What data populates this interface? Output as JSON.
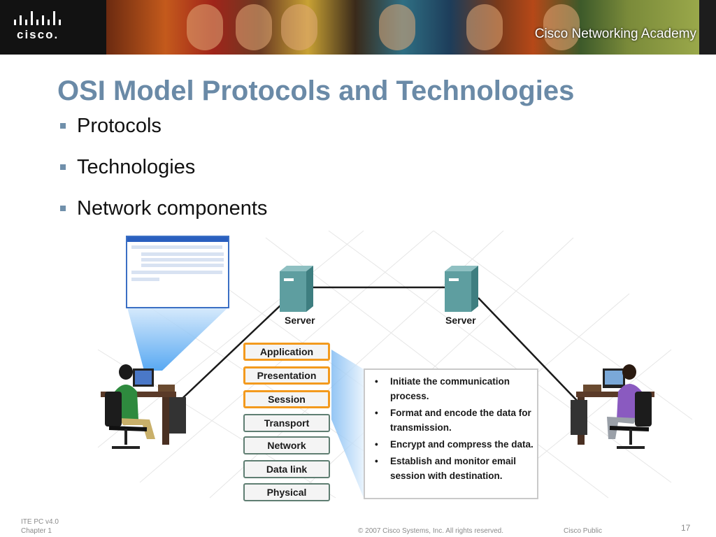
{
  "header": {
    "logo": "cisco.",
    "academy": "Cisco Networking Academy"
  },
  "slide": {
    "title": "OSI Model Protocols and Technologies",
    "bullets": [
      "Protocols",
      "Technologies",
      "Network components"
    ]
  },
  "diagram": {
    "server_left": "Server",
    "server_right": "Server",
    "osi_layers": [
      {
        "label": "Application",
        "highlighted": true
      },
      {
        "label": "Presentation",
        "highlighted": true
      },
      {
        "label": "Session",
        "highlighted": true
      },
      {
        "label": "Transport",
        "highlighted": false
      },
      {
        "label": "Network",
        "highlighted": false
      },
      {
        "label": "Data link",
        "highlighted": false
      },
      {
        "label": "Physical",
        "highlighted": false
      }
    ],
    "info_items": [
      "Initiate the communication process.",
      "Format and encode the data for transmission.",
      "Encrypt and compress the data.",
      "Establish and monitor email session with destination."
    ],
    "highlight_color": "#f39a1e"
  },
  "footer": {
    "course": "ITE PC v4.0",
    "chapter": "Chapter 1",
    "copyright": "© 2007 Cisco Systems, Inc. All rights reserved.",
    "classification": "Cisco Public",
    "page_number": "17"
  },
  "colors": {
    "title": "#6a8aa7",
    "bullet": "#7090ab",
    "banner": "#1d1d1d"
  }
}
